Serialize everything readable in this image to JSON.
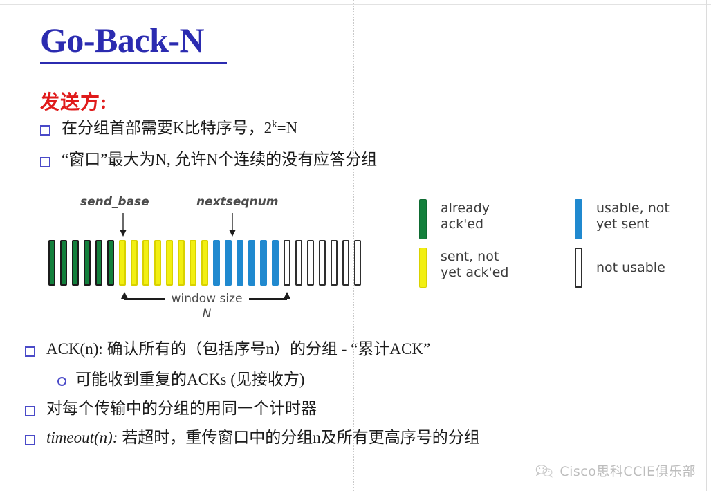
{
  "slide": {
    "title": "Go-Back-N",
    "section_heading": "发送方:",
    "bullets": [
      {
        "level": 1,
        "marker": "square",
        "text_before": "在分组首部需要K比特序号，2",
        "superscript": "k",
        "text_after": "=N"
      },
      {
        "level": 1,
        "marker": "square",
        "text": "“窗口”最大为N, 允许N个连续的没有应答分组"
      },
      {
        "level": 1,
        "marker": "square",
        "text": "ACK(n): 确认所有的（包括序号n）的分组 - “累计ACK”"
      },
      {
        "level": 2,
        "marker": "circle",
        "text": "可能收到重复的ACKs (见接收方)"
      },
      {
        "level": 1,
        "marker": "square",
        "text": "对每个传输中的分组的用同一个计时器"
      },
      {
        "level": 1,
        "marker": "square",
        "italic_prefix": "timeout(n):",
        "text": " 若超时，重传窗口中的分组n及所有更高序号的分组"
      }
    ]
  },
  "diagram": {
    "pointer_send_base": "send_base",
    "pointer_nextseqnum": "nextseqnum",
    "window_label": "window size",
    "window_n": "N",
    "bars": {
      "green_count": 6,
      "yellow_count": 8,
      "blue_count": 6,
      "white_count": 7
    },
    "colors": {
      "green": "#13803c",
      "yellow": "#f2ef12",
      "blue": "#2089cf",
      "white_outline": "#2e2e2e"
    }
  },
  "legend": {
    "items": [
      {
        "swatch": "green",
        "label": "already\nack'ed"
      },
      {
        "swatch": "yellow",
        "label": "sent, not\nyet ack'ed"
      },
      {
        "swatch": "blue",
        "label": "usable, not\nyet sent"
      },
      {
        "swatch": "white",
        "label": "not usable"
      }
    ]
  },
  "watermark": {
    "icon": "wechat-icon",
    "text": "Cisco思科CCIE俱乐部"
  }
}
